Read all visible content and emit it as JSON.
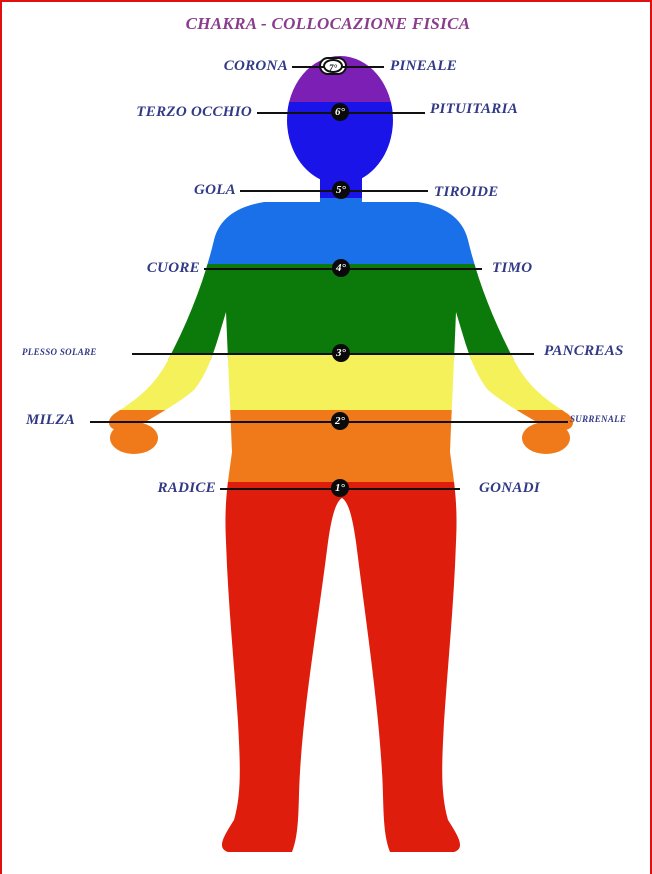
{
  "title": "CHAKRA - COLLOCAZIONE FISICA",
  "colors": {
    "border": "#e01010",
    "title": "#8a3d8c",
    "label": "#323a86",
    "crown": "#7c1fb4",
    "third_eye": "#1b14e8",
    "throat": "#1a70e8",
    "heart": "#0b7a0b",
    "solar_plexus": "#f4f15a",
    "sacral": "#f07a1a",
    "root": "#df1d0d",
    "hands": "#f07a1a"
  },
  "chakras": [
    {
      "number": "7°",
      "left": "CORONA",
      "right": "PINEALE"
    },
    {
      "number": "6°",
      "left": "TERZO OCCHIO",
      "right": "PITUITARIA"
    },
    {
      "number": "5°",
      "left": "GOLA",
      "right": "TIROIDE"
    },
    {
      "number": "4°",
      "left": "CUORE",
      "right": "TIMO"
    },
    {
      "number": "3°",
      "left": "PLESSO SOLARE",
      "right": "PANCREAS"
    },
    {
      "number": "2°",
      "left": "MILZA",
      "right": "SURRENALE"
    },
    {
      "number": "1°",
      "left": "RADICE",
      "right": "GONADI"
    }
  ]
}
